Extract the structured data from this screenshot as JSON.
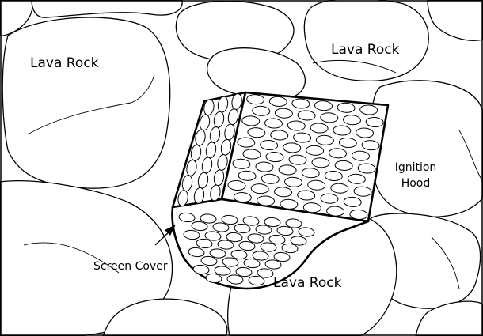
{
  "labels": {
    "lava_rock_left": "Lava Rock",
    "lava_rock_top": "Lava Rock",
    "lava_rock_bottom": "Lava Rock",
    "ignition_hood_line1": "Ignition",
    "ignition_hood_line2": "Hood",
    "screen_cover": "Screen Cover"
  },
  "colors": {
    "line": "#000000",
    "background": "#ffffff"
  }
}
